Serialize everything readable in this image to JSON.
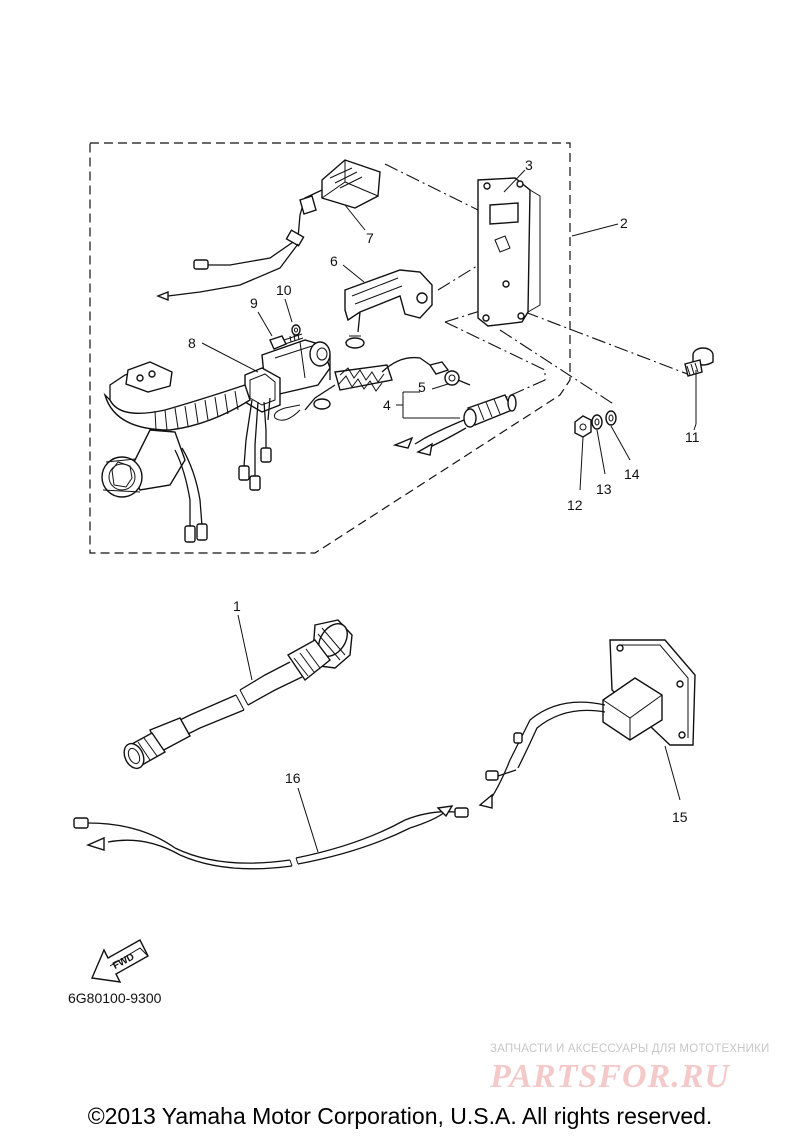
{
  "callouts": [
    "1",
    "2",
    "3",
    "4",
    "5",
    "6",
    "7",
    "8",
    "9",
    "10",
    "11",
    "12",
    "13",
    "14",
    "15",
    "16"
  ],
  "fwd_label": "FWD",
  "diagram_code": "6G80100-9300",
  "watermark": {
    "tagline": "ЗАПЧАСТИ И АКСЕССУАРЫ ДЛЯ МОТОТЕХНИКИ",
    "logo": "PARTSFOR.RU"
  },
  "copyright": "©2013 Yamaha Motor Corporation, U.S.A. All rights reserved."
}
